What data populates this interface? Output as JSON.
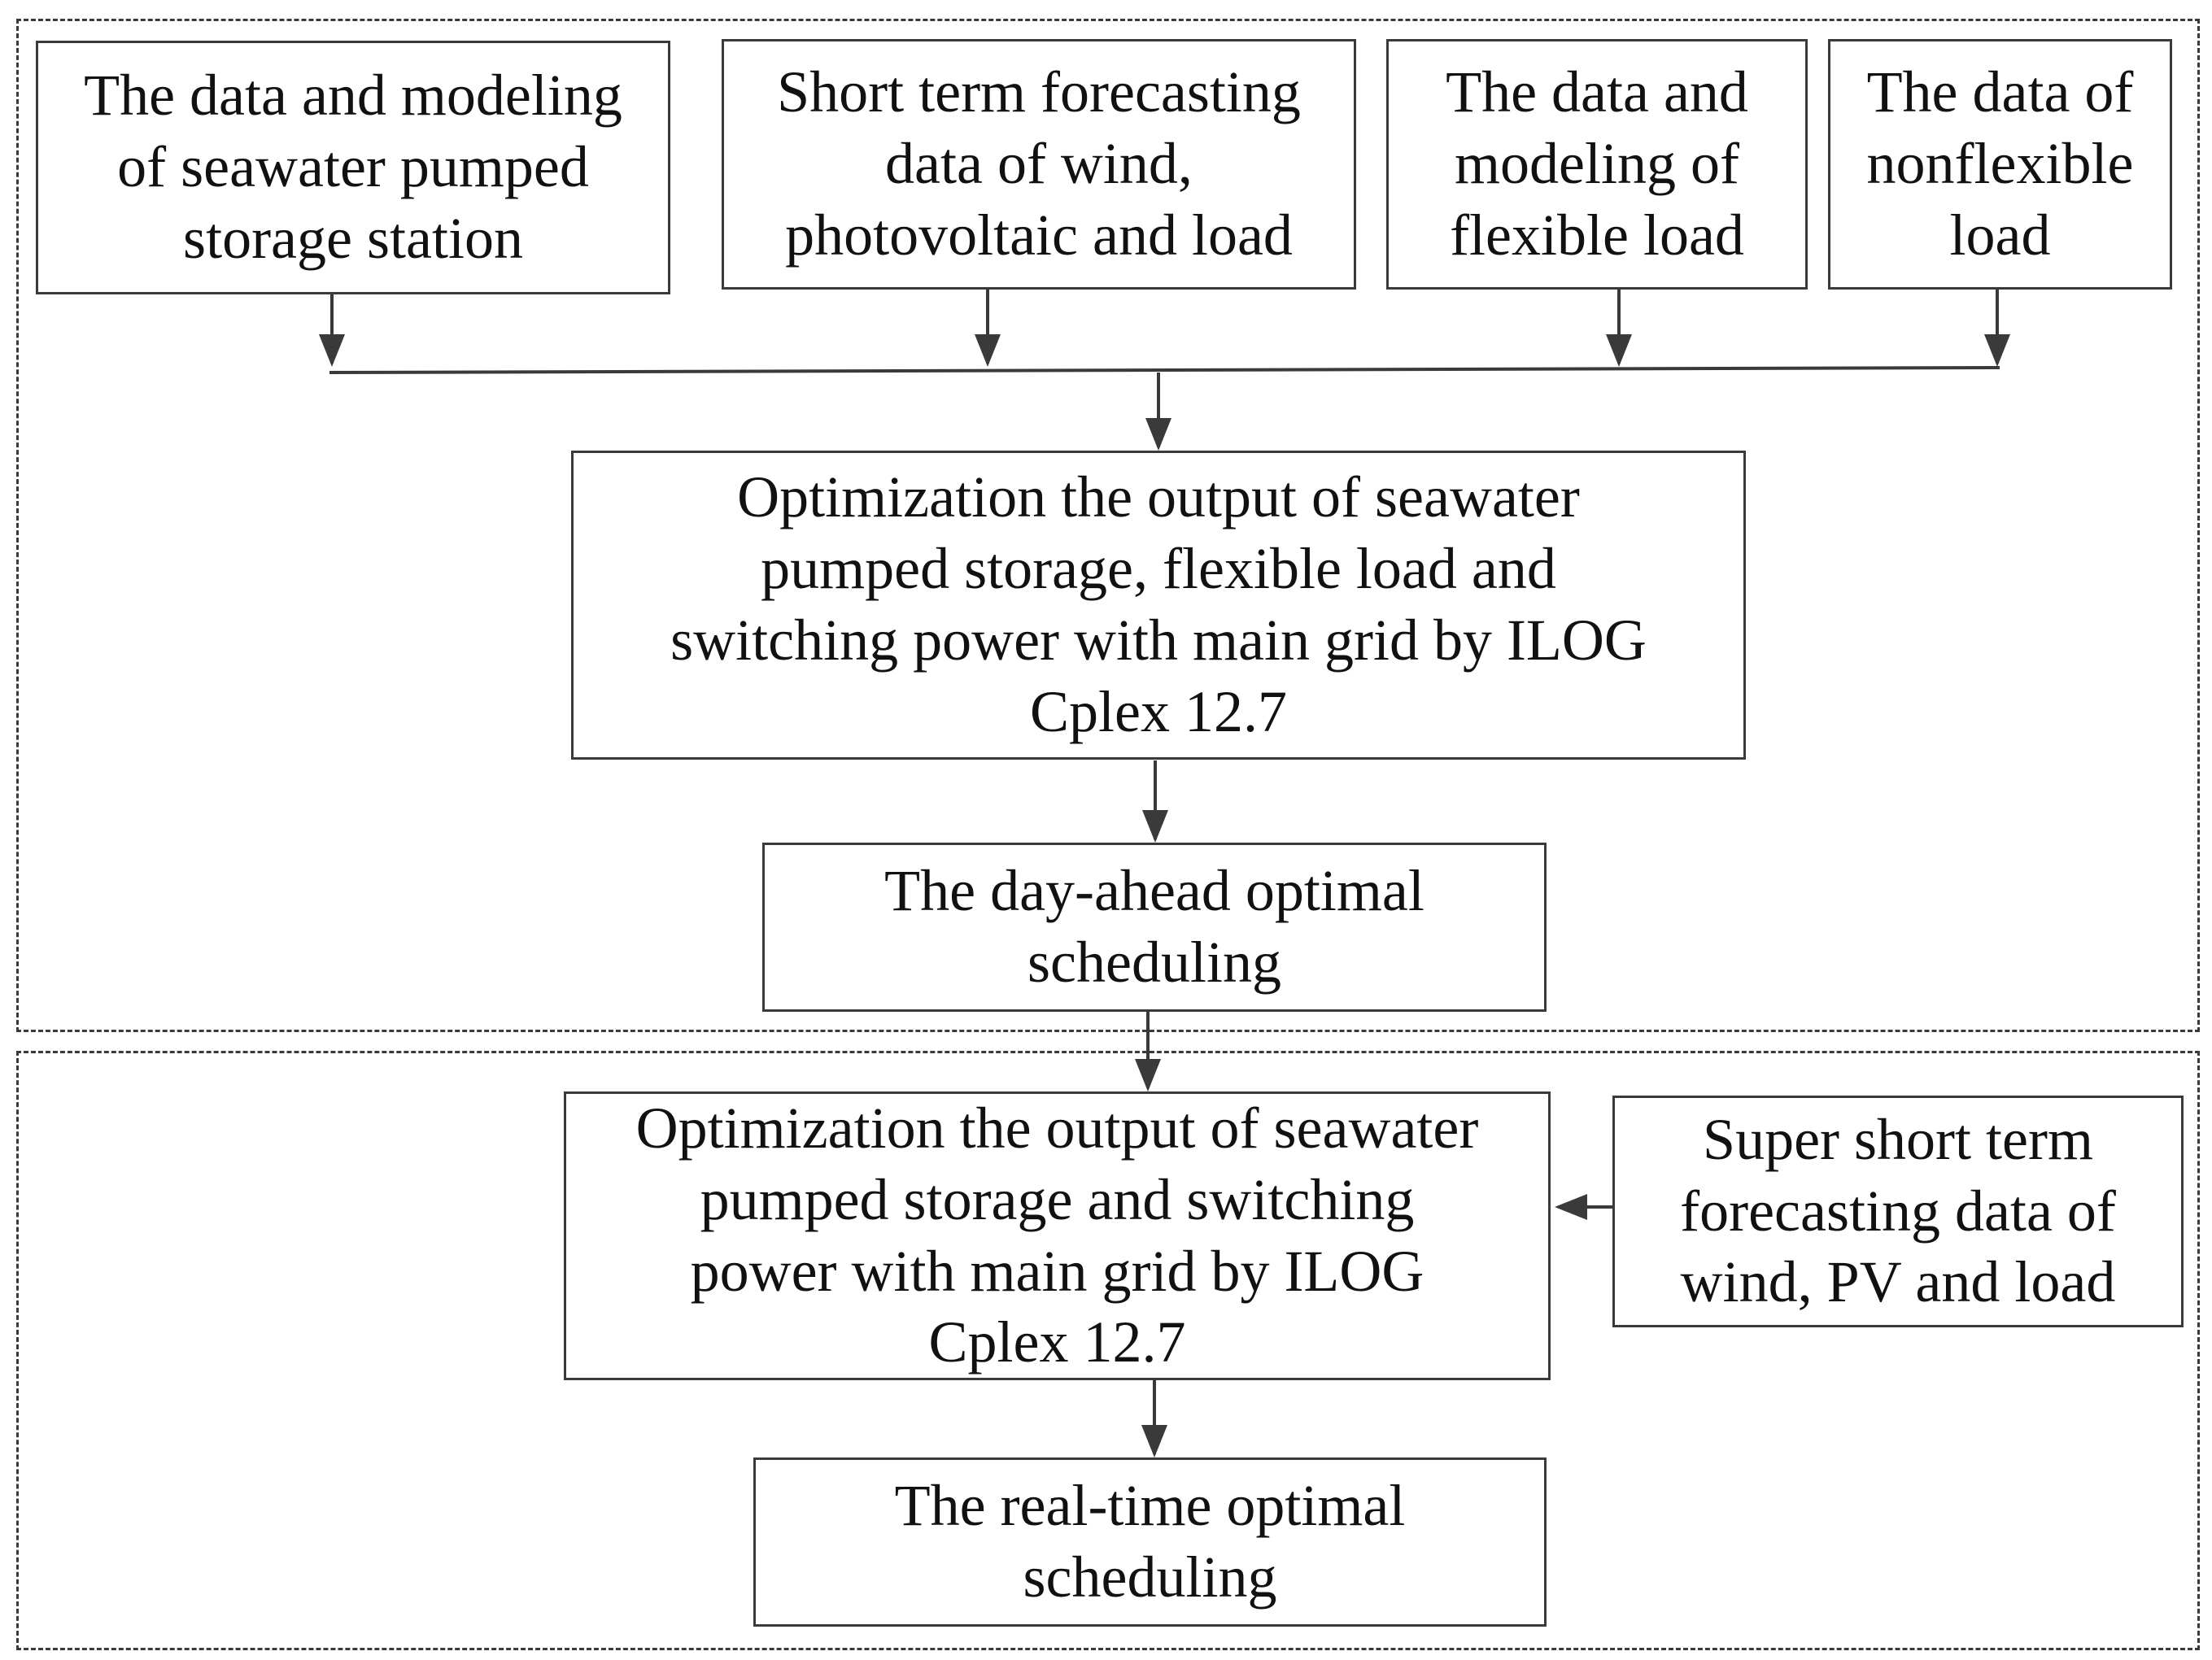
{
  "dayahead_stage": {
    "inputs": [
      {
        "label": "The data and modeling\nof seawater pumped\nstorage station"
      },
      {
        "label": "Short term forecasting\ndata of wind,\nphotovoltaic and load"
      },
      {
        "label": "The data and\nmodeling of\nflexible load"
      },
      {
        "label": "The data of\nnonflexible\nload"
      }
    ],
    "optimization": "Optimization the output of seawater\npumped storage, flexible load and\nswitching power with main grid by ILOG\nCplex 12.7",
    "result": "The day-ahead optimal\nscheduling"
  },
  "realtime_stage": {
    "optimization": "Optimization the output of seawater\npumped storage and switching\npower with main grid by ILOG\nCplex 12.7",
    "forecast_input": "Super short term\nforecasting data of\nwind, PV and load",
    "result": "The  real-time optimal\nscheduling"
  },
  "colors": {
    "line": "#3a3a3a",
    "text": "#111111",
    "background": "#ffffff"
  }
}
